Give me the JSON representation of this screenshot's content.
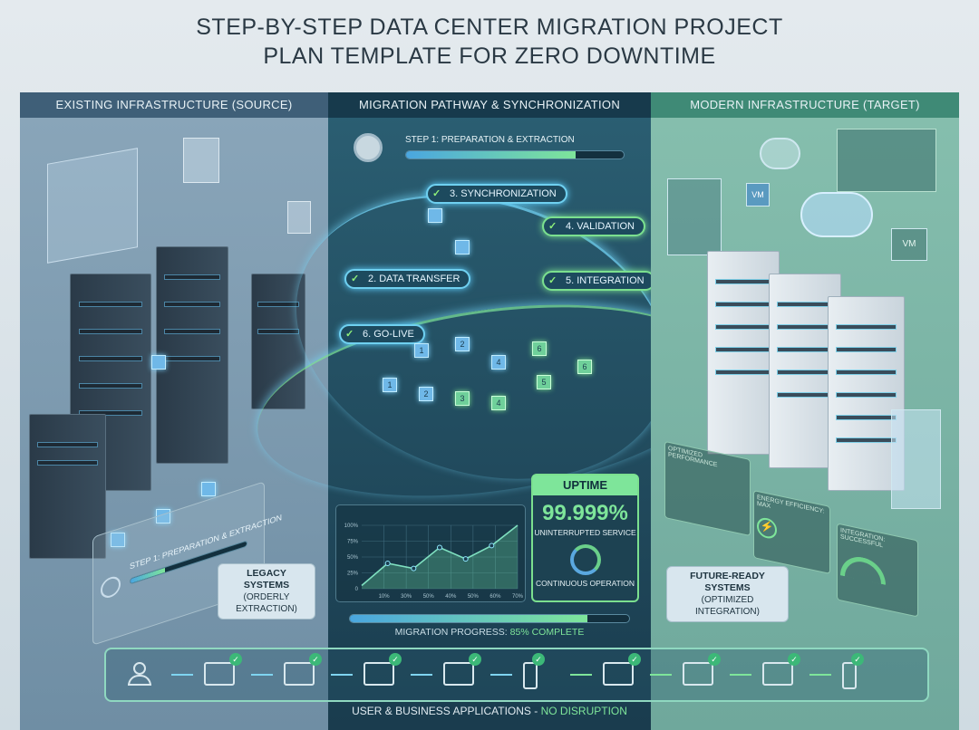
{
  "title": {
    "line1": "STEP-BY-STEP DATA CENTER MIGRATION PROJECT",
    "line2": "PLAN TEMPLATE FOR ZERO DOWNTIME"
  },
  "columns": {
    "source": "EXISTING INFRASTRUCTURE (SOURCE)",
    "pathway": "MIGRATION PATHWAY & SYNCHRONIZATION",
    "target": "MODERN INFRASTRUCTURE (TARGET)"
  },
  "pathway": {
    "step_header": "STEP 1: PREPARATION & EXTRACTION",
    "step_progress_pct": 78,
    "steps": [
      {
        "label": "3. SYNCHRONIZATION"
      },
      {
        "label": "4. VALIDATION"
      },
      {
        "label": "2. DATA TRANSFER"
      },
      {
        "label": "5. INTEGRATION"
      },
      {
        "label": "6. GO-LIVE"
      }
    ],
    "cube_numbers": [
      "1",
      "2",
      "3",
      "4",
      "5",
      "6"
    ]
  },
  "source": {
    "step_label": "STEP 1: PREPARATION & EXTRACTION",
    "step_progress_pct": 30,
    "callout_title": "LEGACY SYSTEMS",
    "callout_sub": "(ORDERLY EXTRACTION)"
  },
  "target": {
    "callout_title": "FUTURE-READY SYSTEMS",
    "callout_sub": "(OPTIMIZED INTEGRATION)",
    "panels": [
      "OPTIMIZED PERFORMANCE",
      "ENERGY EFFICIENCY: MAX",
      "INTEGRATION: SUCCESSFUL"
    ],
    "vm_label": "VM",
    "colors": {
      "accent": "#7ee59a"
    }
  },
  "uptime": {
    "heading": "UPTIME",
    "value": "99.999%",
    "subtitle": "UNINTERRUPTED SERVICE",
    "footer": "CONTINUOUS OPERATION"
  },
  "progress": {
    "label": "MIGRATION PROGRESS:",
    "value_text": "85% COMPLETE",
    "pct": 85
  },
  "chart_data": {
    "type": "line",
    "x_ticks": [
      "10%",
      "30%",
      "50%",
      "40%",
      "50%",
      "60%",
      "70%"
    ],
    "y_ticks": [
      "0",
      "25%",
      "50%",
      "75%",
      "100%"
    ],
    "ylim": [
      0,
      100
    ],
    "values": [
      5,
      40,
      32,
      65,
      47,
      68,
      100
    ],
    "grid": true
  },
  "applications": {
    "caption_main": "USER & BUSINESS APPLICATIONS - ",
    "caption_accent": "NO DISRUPTION",
    "devices": [
      "user",
      "monitor",
      "laptop",
      "desktop",
      "laptop",
      "phone",
      "monitor",
      "desktop",
      "laptop",
      "phone"
    ]
  }
}
